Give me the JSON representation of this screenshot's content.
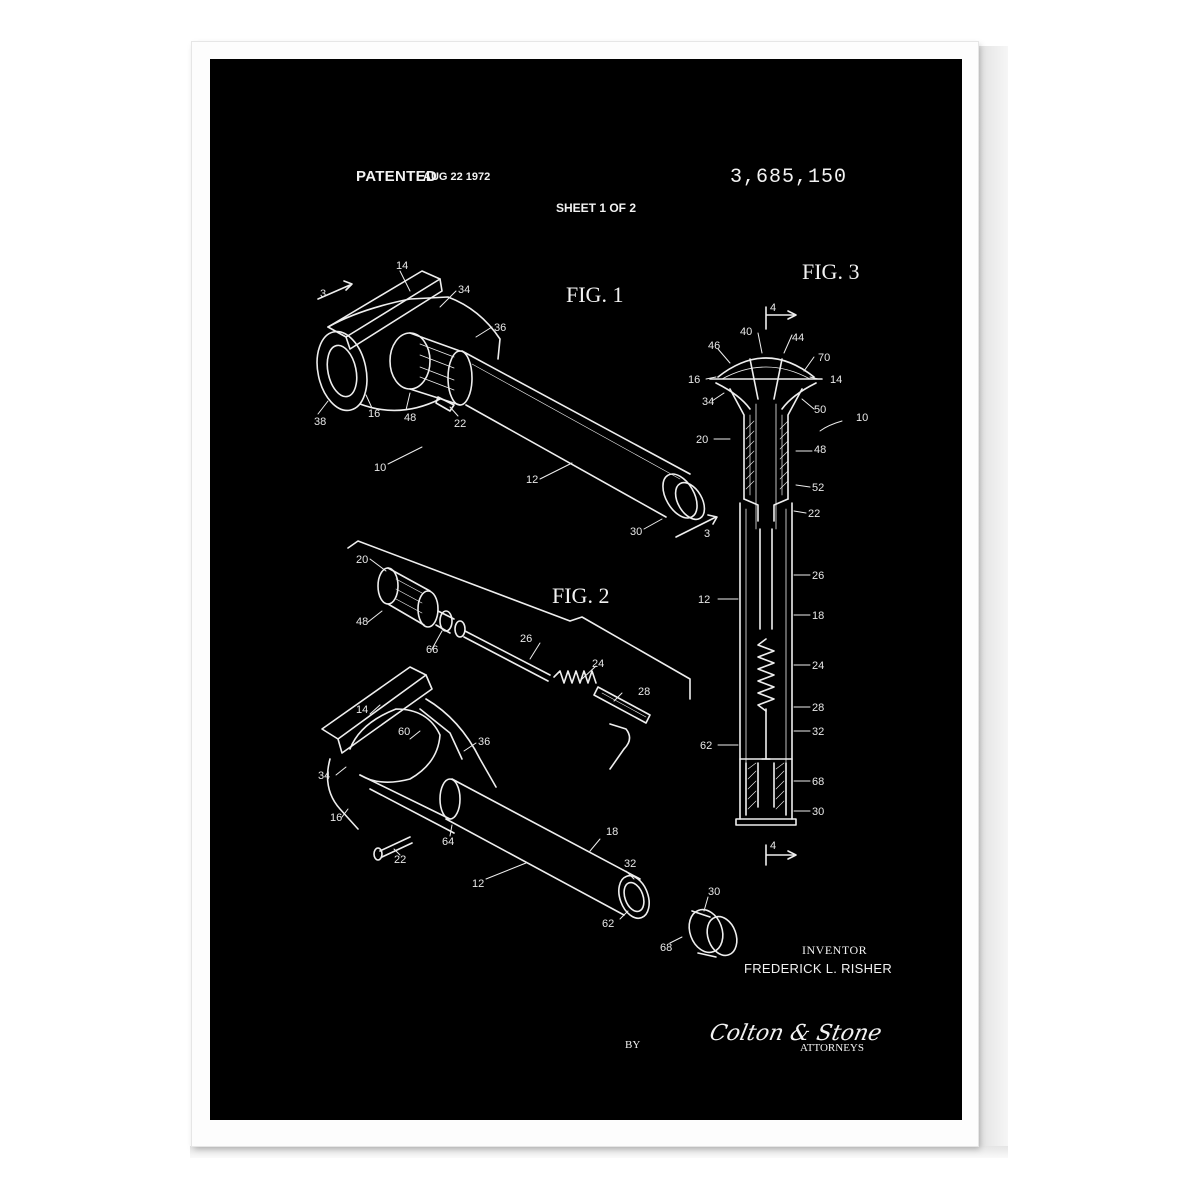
{
  "header": {
    "patented": "PATENTED",
    "date": "AUG 22 1972",
    "patent_number": "3,685,150",
    "sheet": "SHEET 1 OF 2"
  },
  "figures": {
    "fig1": "FIG. 1",
    "fig2": "FIG. 2",
    "fig3": "FIG. 3"
  },
  "references": {
    "fig1": [
      "3",
      "14",
      "34",
      "36",
      "38",
      "16",
      "48",
      "22",
      "10",
      "12",
      "30",
      "3"
    ],
    "fig2": [
      "20",
      "48",
      "66",
      "26",
      "24",
      "28",
      "14",
      "60",
      "36",
      "34",
      "16",
      "22",
      "64",
      "18",
      "12",
      "32",
      "62",
      "30",
      "68"
    ],
    "fig3": [
      "4",
      "40",
      "44",
      "46",
      "70",
      "16",
      "14",
      "34",
      "50",
      "10",
      "20",
      "48",
      "52",
      "22",
      "12",
      "26",
      "18",
      "24",
      "28",
      "62",
      "32",
      "68",
      "30",
      "4"
    ]
  },
  "footer": {
    "inventor_label": "INVENTOR",
    "inventor_name": "FREDERICK L. RISHER",
    "by": "BY",
    "signature": "Colton & Stone",
    "attorneys": "ATTORNEYS"
  },
  "colors": {
    "frame": "#fdfdfd",
    "poster": "#000000",
    "ink": "#f2f2f2"
  }
}
